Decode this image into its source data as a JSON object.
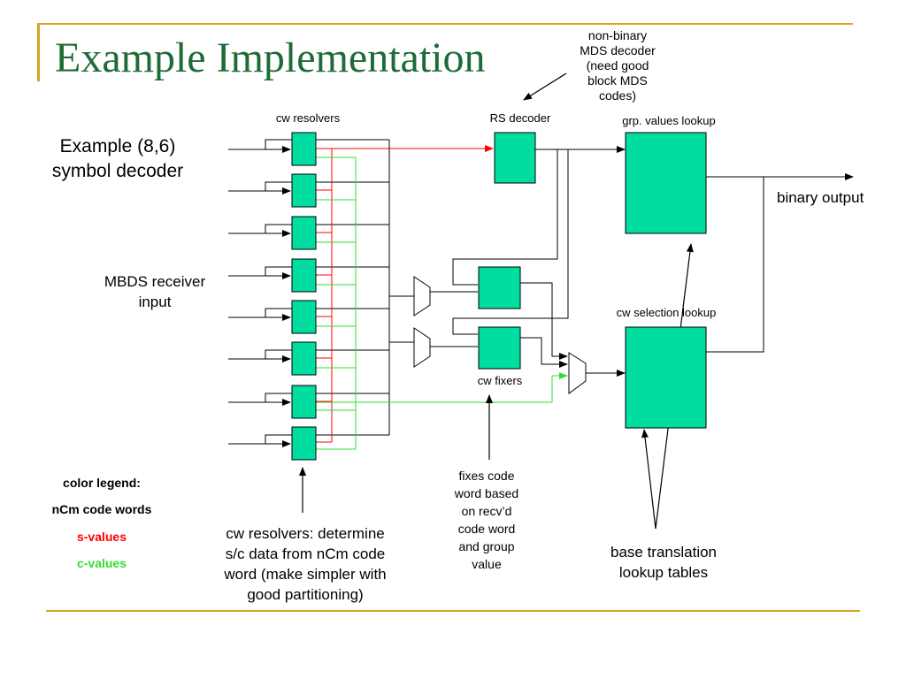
{
  "slide": {
    "title": "Example Implementation",
    "example_label": "Example (8,6)\nsymbol decoder",
    "receiver_label": "MBDS receiver\ninput",
    "binary_output_label": "binary output",
    "cw_resolvers_label": "cw resolvers",
    "rs_decoder_label": "RS decoder",
    "grp_lookup_label": "grp. values lookup",
    "cw_selection_label": "cw selection lookup",
    "cw_fixers_label": "cw fixers",
    "mds_note": "non-binary\nMDS decoder\n(need good\nblock MDS\ncodes)",
    "resolver_note": "cw resolvers:  determine\ns/c data from nCm code\nword (make simpler with\ngood partitioning)",
    "fixer_note": "fixes code\nword based\non recv’d\ncode word\nand group\nvalue",
    "base_tables_note": "base translation\nlookup tables"
  },
  "legend": {
    "title": "color legend:",
    "items": [
      {
        "label": "nCm code words",
        "color": "#000000"
      },
      {
        "label": "s-values",
        "color": "#ff0000"
      },
      {
        "label": "c-values",
        "color": "#33dd33"
      }
    ]
  },
  "colors": {
    "title": "#1d6b37",
    "accent_line": "#d9a420",
    "block_fill": "#00dda0",
    "s_line": "#ff0000",
    "c_line": "#33dd33"
  }
}
